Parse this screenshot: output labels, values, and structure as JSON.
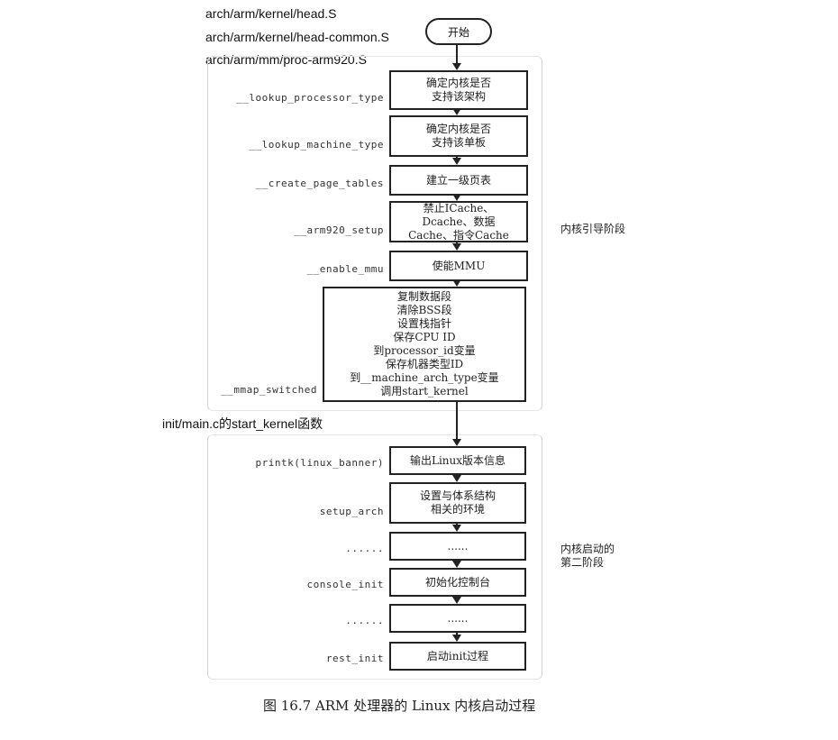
{
  "source_files": {
    "head": "arch/arm/kernel/head.S",
    "head_common": "arch/arm/kernel/head-common.S",
    "proc": "arch/arm/mm/proc-arm920.S",
    "main": "init/main.c的start_kernel函数"
  },
  "start": "开始",
  "stage1": {
    "label_lines": [
      "内核引导阶段"
    ],
    "steps": [
      {
        "function": "__lookup_processor_type",
        "lines": [
          "确定内核是否",
          "支持该架构"
        ]
      },
      {
        "function": "__lookup_machine_type",
        "lines": [
          "确定内核是否",
          "支持该单板"
        ]
      },
      {
        "function": "__create_page_tables",
        "lines": [
          "建立一级页表"
        ]
      },
      {
        "function": "__arm920_setup",
        "lines": [
          "禁止ICache、",
          "Dcache、数据",
          "Cache、指令Cache"
        ]
      },
      {
        "function": "__enable_mmu",
        "lines": [
          "使能MMU"
        ]
      },
      {
        "function": "__mmap_switched",
        "lines": [
          "复制数据段",
          "清除BSS段",
          "设置栈指针",
          "保存CPU ID",
          "到processor_id变量",
          "保存机器类型ID",
          "到__machine_arch_type变量",
          "调用start_kernel"
        ]
      }
    ]
  },
  "stage2": {
    "label_lines": [
      "内核启动的",
      "第二阶段"
    ],
    "steps": [
      {
        "function": "printk(linux_banner)",
        "lines": [
          "输出Linux版本信息"
        ]
      },
      {
        "function": "setup_arch",
        "lines": [
          "设置与体系结构",
          "相关的环境"
        ]
      },
      {
        "function": "......",
        "lines": [
          "......"
        ]
      },
      {
        "function": "console_init",
        "lines": [
          "初始化控制台"
        ]
      },
      {
        "function": "......",
        "lines": [
          "......"
        ]
      },
      {
        "function": "rest_init",
        "lines": [
          "启动init过程"
        ]
      }
    ]
  },
  "caption": "图 16.7    ARM 处理器的 Linux 内核启动过程"
}
